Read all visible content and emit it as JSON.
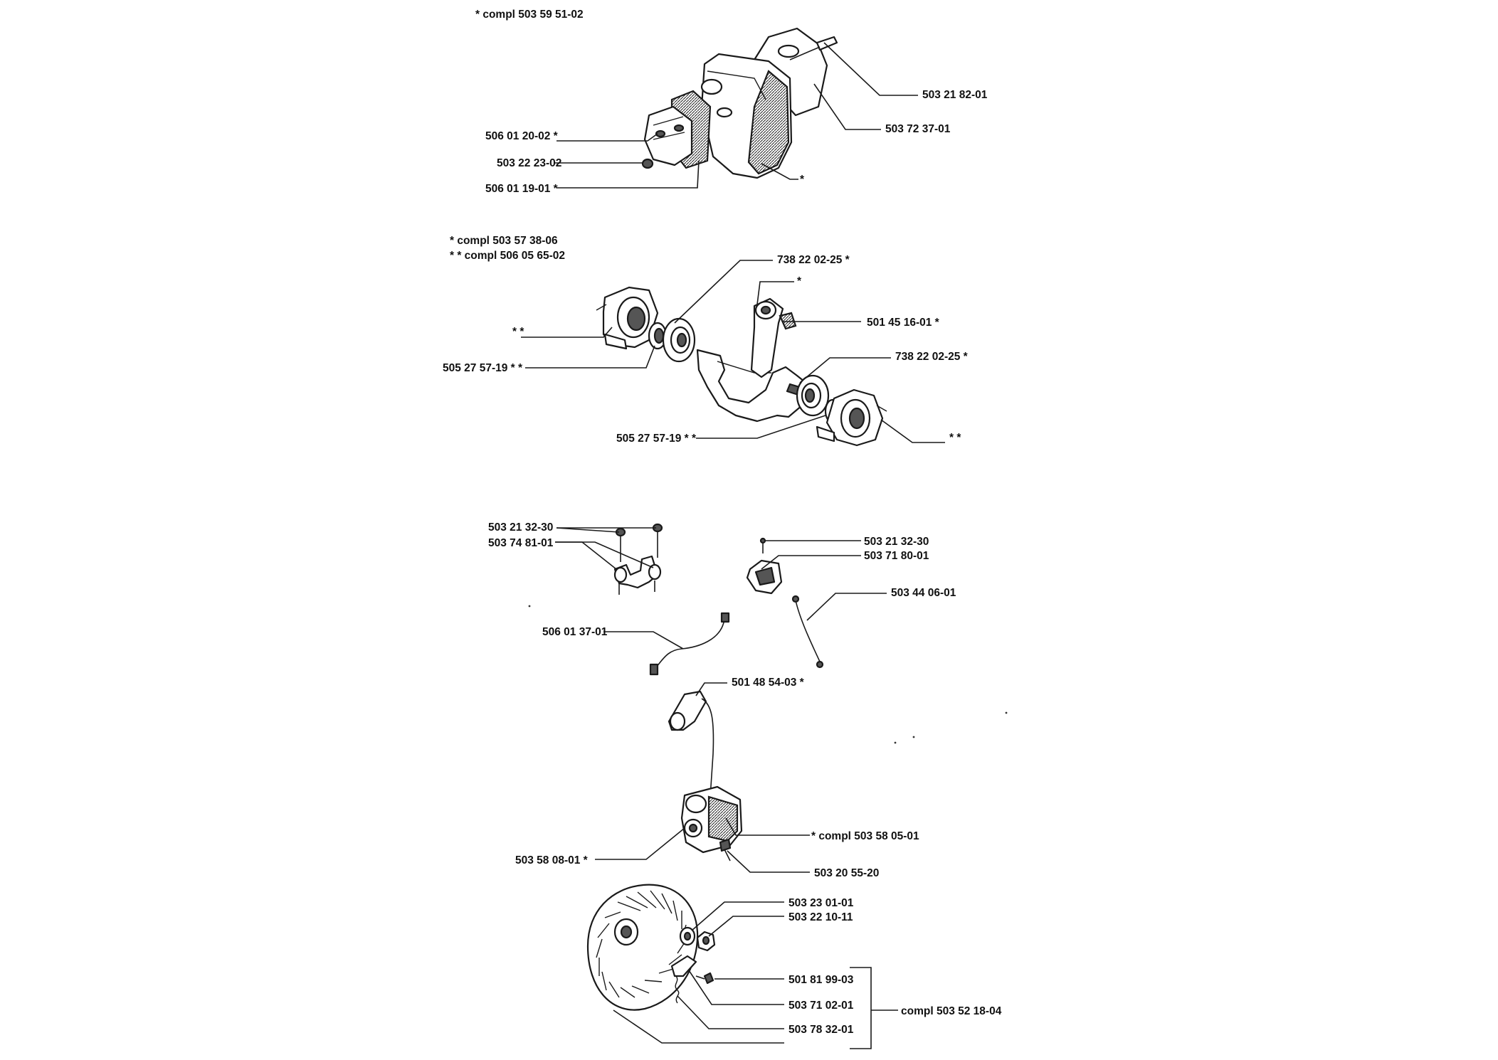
{
  "colors": {
    "ink": "#111111",
    "background": "#ffffff"
  },
  "sections": [
    {
      "name": "muffler",
      "notes": [
        "*  compl 503 59 51-02"
      ],
      "callouts": [
        "503 21 82-01",
        "503 72 37-01",
        "506 01 20-02  *",
        "503 22 23-02",
        "506 01 19-01  *",
        "*"
      ]
    },
    {
      "name": "crankshaft",
      "notes": [
        "*  compl 503 57 38-06",
        "* *  compl 506 05 65-02"
      ],
      "callouts": [
        "738 22 02-25  *",
        "*",
        "501 45 16-01  *",
        "* *",
        "505 27 57-19  * *",
        "738 22 02-25  *",
        "505 27 57-19  * *",
        "* *"
      ]
    },
    {
      "name": "ignition-switch",
      "notes": [],
      "callouts": [
        "503 21 32-30",
        "503 74 81-01",
        "503 21 32-30",
        "503 71 80-01",
        "503 44 06-01",
        "506 01 37-01"
      ]
    },
    {
      "name": "ignition-module",
      "notes": [],
      "callouts": [
        "501 48 54-03  *",
        "*  compl 503 58 05-01",
        "503 58 08-01  *",
        "503 20 55-20"
      ]
    },
    {
      "name": "flywheel",
      "notes": [],
      "callouts": [
        "503 23 01-01",
        "503 22 10-11",
        "501 81 99-03",
        "503 71 02-01",
        "503 78 32-01",
        "compl 503 52 18-04"
      ]
    }
  ]
}
